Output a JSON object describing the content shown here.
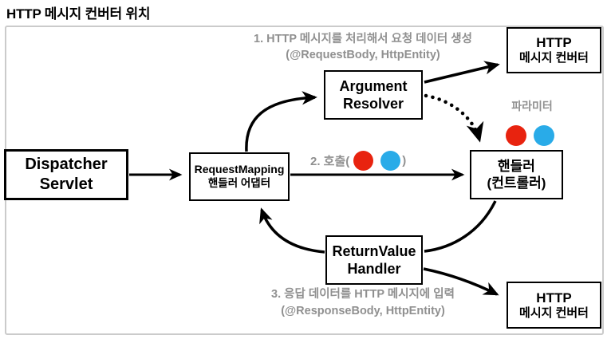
{
  "page": {
    "title": "HTTP 메시지 컨버터 위치"
  },
  "boxes": {
    "dispatcher_servlet": {
      "line1": "Dispatcher",
      "line2": "Servlet"
    },
    "requestmapping_adapter": {
      "line1": "RequestMapping",
      "line2": "핸들러 어댑터"
    },
    "argument_resolver": {
      "line1": "Argument",
      "line2": "Resolver"
    },
    "handler": {
      "line1": "핸들러",
      "line2": "(컨트롤러)"
    },
    "returnvalue_handler": {
      "line1": "ReturnValue",
      "line2": "Handler"
    },
    "http_message_converter_top": {
      "line1": "HTTP",
      "line2": "메시지 컨버터"
    },
    "http_message_converter_bottom": {
      "line1": "HTTP",
      "line2": "메시지 컨버터"
    }
  },
  "annotations": {
    "step1": {
      "line1": "1. HTTP 메시지를 처리해서 요청 데이터 생성",
      "line2": "(@RequestBody, HttpEntity)"
    },
    "step2": {
      "prefix": "2. 호출(",
      "suffix": ")"
    },
    "parameter_label": "파라미터",
    "step3": {
      "line1": "3. 응답 데이터를 HTTP 메시지에 입력",
      "line2": "(@ResponseBody, HttpEntity)"
    }
  },
  "colors": {
    "parameter_red": "#e8230f",
    "parameter_blue": "#29abe8",
    "annotation_gray": "#909090",
    "box_border": "#000000",
    "frame_border": "#cbcbcb"
  }
}
